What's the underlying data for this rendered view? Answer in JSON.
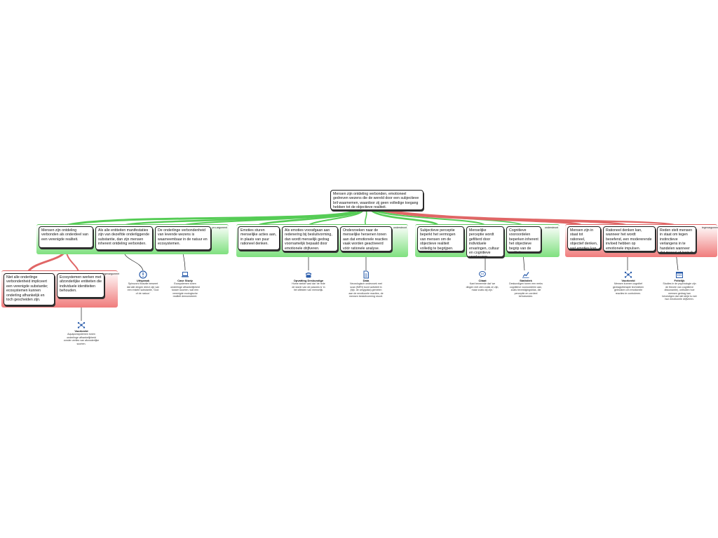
{
  "colors": {
    "pro_link": "#55cc55",
    "con_link": "#e06666",
    "border": "#222222",
    "icon": "#2a5caa"
  },
  "root": {
    "text": "Mensen zijn ontdeling verbonden, emotioneel gedreven wezens die de wereld door een subjectieve bril waarnemen, waardoor zij geen volledige toegang hebben tot de objectieve realiteit."
  },
  "groups": {
    "g1": "pro-argument",
    "g2": "ondersteunt",
    "g3": "ondersteunt",
    "g4": "tegenargument",
    "sub": "tegenargument"
  },
  "nodes": {
    "n1": "Mensen zijn ontdeling verbonden als onderdeel van een verenigde realiteit.",
    "n2": "Als alle entiteiten manifestaties zijn van dezelfde onderliggende substantie, dan zijn mensen inherent ontdeling verbonden.",
    "n3": "De onderlinge verbondenheid van levende wezens is waarneembaar in de natuur en ecosystemen.",
    "n4": "Emoties sturen menselijke acties aan, in plaats van puur rationeel denken.",
    "n5": "Als emoties voorafgaan aan redenering bij besluitvorming, dan wordt menselijk gedrag voornamelijk bepaald door emotionele drijfveren.",
    "n6": "Onderzoeken naar de menselijke hersenen tonen aan dat emotionele reacties vaak worden geactiveerd vóór rationele analyse.",
    "n7": "Subjectieve perceptie beperkt het vermogen van mensen om de objectieve realiteit volledig te begrijpen.",
    "n8": "Menselijke perceptie wordt gefilterd door individuele ervaringen, cultuur en cognitieve voorkeuren.",
    "n9": "Cognitieve vooroordelen beperken inherent het objectieve begrip van de realiteit.",
    "n10": "Mensen zijn in staat tot rationeel, objectief denken, wat emoties kan overruilen.",
    "n11": "Rationeel denken kan, wanneer het wordt beoefend, een modererende invloed hebben op emotionele impulsen.",
    "n12": "Reden stelt mensen in staat om tegen instinctieve verlangens in te handelen wanneer dat moreel of logisch gepast is.",
    "s1": "Niet alle onderlinge verbondenheid impliceert een verenigde substantie; ecosystemen kunnen onderling afhankelijk en toch gescheiden zijn.",
    "s2": "Ecosystemen werken met afzonderlijke entiteiten die individuele identiteiten behouden."
  },
  "resources": {
    "r1": {
      "title": "Uitspraak",
      "text": "Spinoza's filosofie beweert dat alle dingen direct zijn van een enkele substantie, 'God of de natuur.'"
    },
    "r2": {
      "title": "Case Study",
      "text": "Ecosystemen tonen onderlinge afhankelijkheid tussen soorten, wat een verenigde ecologische realiteit demonstreert."
    },
    "r3": {
      "title": "Opvatting Deskundige",
      "text": "Hume stelde vast dat 'de rede de slavin van de passies is' in het afleiden van menselijk."
    },
    "r4": {
      "title": "Data",
      "text": "Neurologisch onderzoek met scan (fMRI) toont activiteit in (bijv. de amygdala) gemeten aan de emotionele reacties, de mensen besluitvorming stuurt."
    },
    "r5": {
      "title": "Citaat",
      "text": "Kant beweerde dat 'we dingen niet zien zoals ze zijn, maar zoals wij zijn.'"
    },
    "r6": {
      "title": "Statistiek",
      "text": "Deskundigen tonen een reeks cognitieve vooroordelen aan, zoals bevestigingsbias, die perceptie en oordeel beïnvloeden."
    },
    "r7": {
      "title": "Voorbeeld",
      "text": "Mensen kunnen cognitief gedragstherapie technieken gebruiken om emotionele reacties te controleren."
    },
    "r8": {
      "title": "Feitelijk",
      "text": "Studies in de psychologie zijn de theorie van cognitieve dissonantie), onthullen hoe mensen gedrag kan bevestigen dat niet strijd is met hun emotionele drijfveren."
    },
    "r9": {
      "title": "Voorbeeld",
      "text": "Aquaponsystemen tonen onderlinge afhankelijkheid zonder verlies van afzonderlijke soorten."
    }
  }
}
